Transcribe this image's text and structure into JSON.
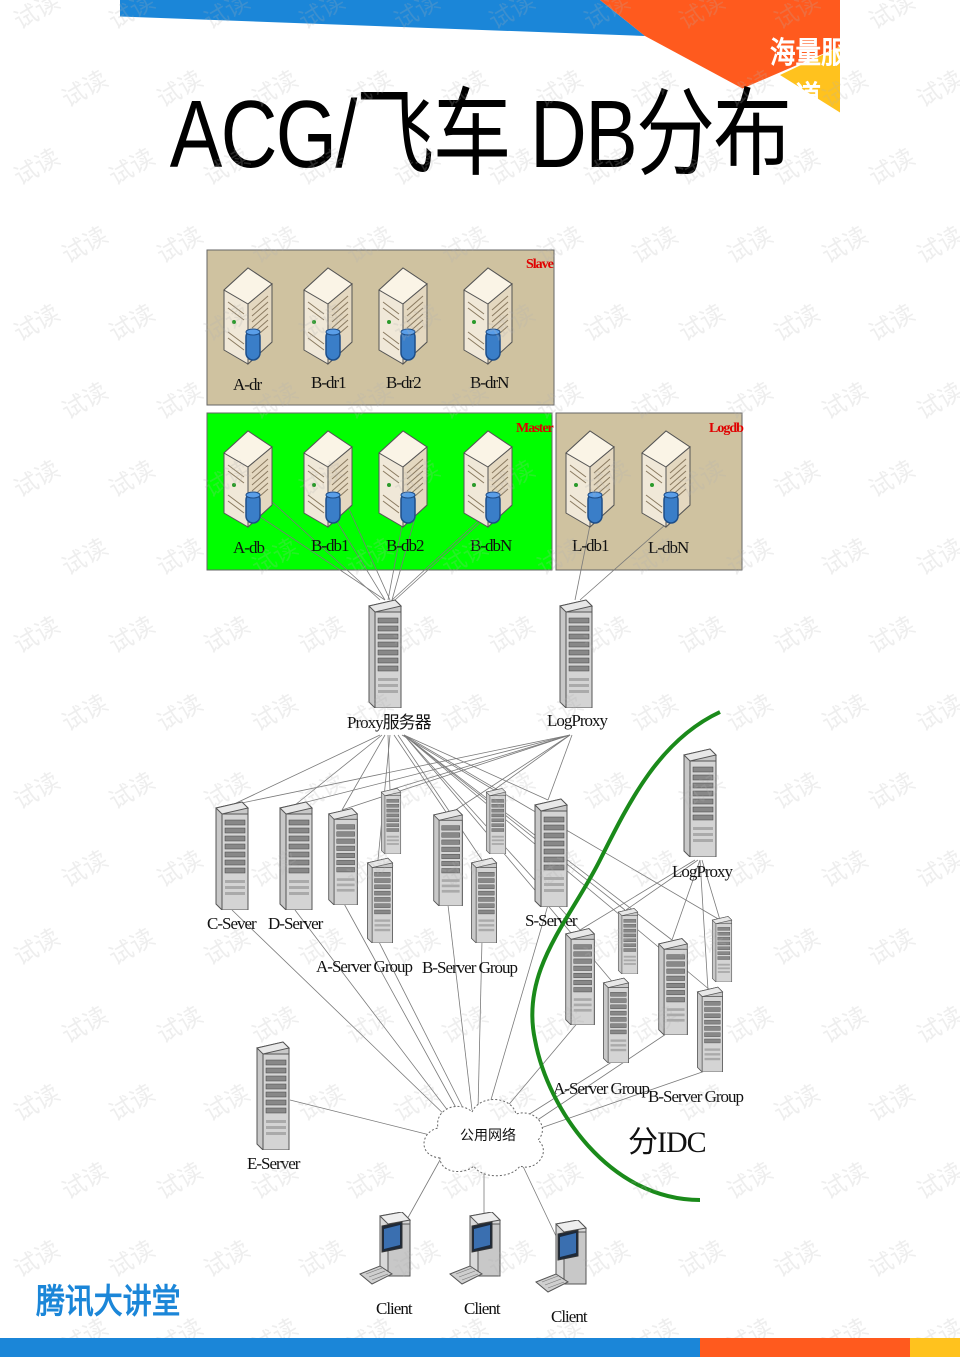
{
  "header": {
    "title": "ACG/飞车 DB分布",
    "brand_tag": "海量服务之道",
    "colors": {
      "blue": "#1b86d8",
      "orange": "#ff5a1e",
      "yellow": "#ffc21e"
    }
  },
  "zones": {
    "slave": "Slave",
    "master": "Master",
    "logdb": "Logdb"
  },
  "zone_colors": {
    "tan": "#cfc2a0",
    "green": "#00ff00"
  },
  "db_nodes": {
    "slave": [
      "A-dr",
      "B-dr1",
      "B-dr2",
      "B-drN"
    ],
    "master": [
      "A-db",
      "B-db1",
      "B-db2",
      "B-dbN"
    ],
    "logdb": [
      "L-db1",
      "L-dbN"
    ]
  },
  "servers": {
    "proxy": "Proxy服务器",
    "logproxy": "LogProxy",
    "c_server": "C-Sever",
    "d_server": "D-Server",
    "a_group": "A-Server Group",
    "b_group": "B-Server Group",
    "s_server": "S-Server",
    "e_server": "E-Server",
    "idc_logproxy": "LogProxy",
    "idc_a_group": "A-Server Group",
    "idc_b_group": "B-Server Group"
  },
  "network": {
    "cloud": "公用网络",
    "idc_label": "分IDC",
    "clients": [
      "Client",
      "Client",
      "Client"
    ]
  },
  "footer": {
    "brand": "腾讯大讲堂"
  },
  "watermark_text": "试读"
}
